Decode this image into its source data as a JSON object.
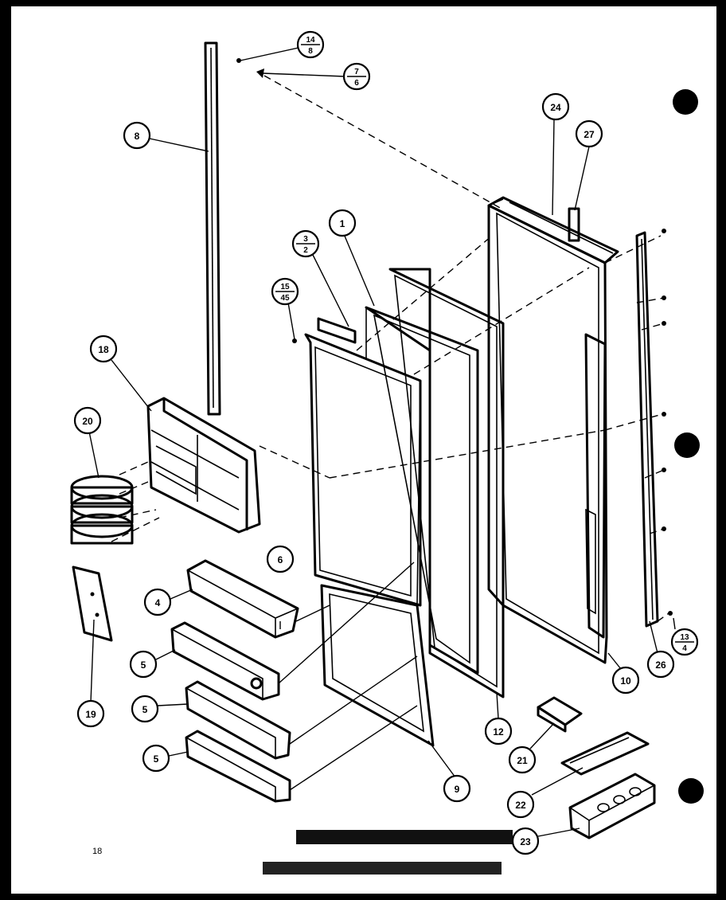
{
  "page_number": "18",
  "callouts": {
    "c1": "1",
    "c3_top": "3",
    "c3_bot": "2",
    "c4": "4",
    "c5a": "5",
    "c5b": "5",
    "c5c": "5",
    "c6": "6",
    "c7_top": "7",
    "c7_bot": "6",
    "c8": "8",
    "c9": "9",
    "c10": "10",
    "c12": "12",
    "c13_top": "13",
    "c13_bot": "4",
    "c14_top": "14",
    "c14_bot": "8",
    "c15_top": "15",
    "c15_bot": "45",
    "c18": "18",
    "c19": "19",
    "c20": "20",
    "c21": "21",
    "c22": "22",
    "c23": "23",
    "c24": "24",
    "c26": "26",
    "c27": "27"
  }
}
